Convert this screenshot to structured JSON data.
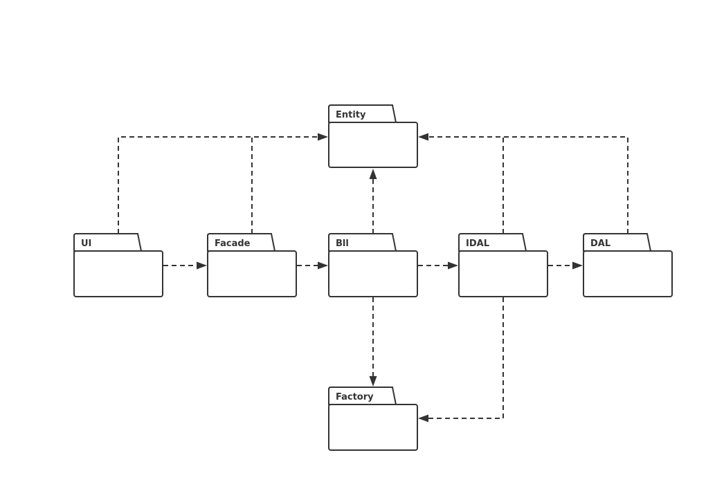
{
  "diagram": {
    "type": "package-dependency",
    "packages": [
      {
        "id": "entity",
        "label": "Entity"
      },
      {
        "id": "ui",
        "label": "UI"
      },
      {
        "id": "facade",
        "label": "Facade"
      },
      {
        "id": "bll",
        "label": "Bll"
      },
      {
        "id": "idal",
        "label": "IDAL"
      },
      {
        "id": "dal",
        "label": "DAL"
      },
      {
        "id": "factory",
        "label": "Factory"
      }
    ],
    "dependencies": [
      {
        "from": "ui",
        "to": "facade"
      },
      {
        "from": "facade",
        "to": "bll"
      },
      {
        "from": "bll",
        "to": "idal"
      },
      {
        "from": "idal",
        "to": "dal"
      },
      {
        "from": "ui",
        "to": "entity"
      },
      {
        "from": "facade",
        "to": "entity"
      },
      {
        "from": "bll",
        "to": "entity"
      },
      {
        "from": "idal",
        "to": "entity"
      },
      {
        "from": "dal",
        "to": "entity"
      },
      {
        "from": "bll",
        "to": "factory"
      },
      {
        "from": "idal",
        "to": "factory"
      }
    ],
    "colors": {
      "stroke": "#333333",
      "background": "#ffffff"
    }
  }
}
